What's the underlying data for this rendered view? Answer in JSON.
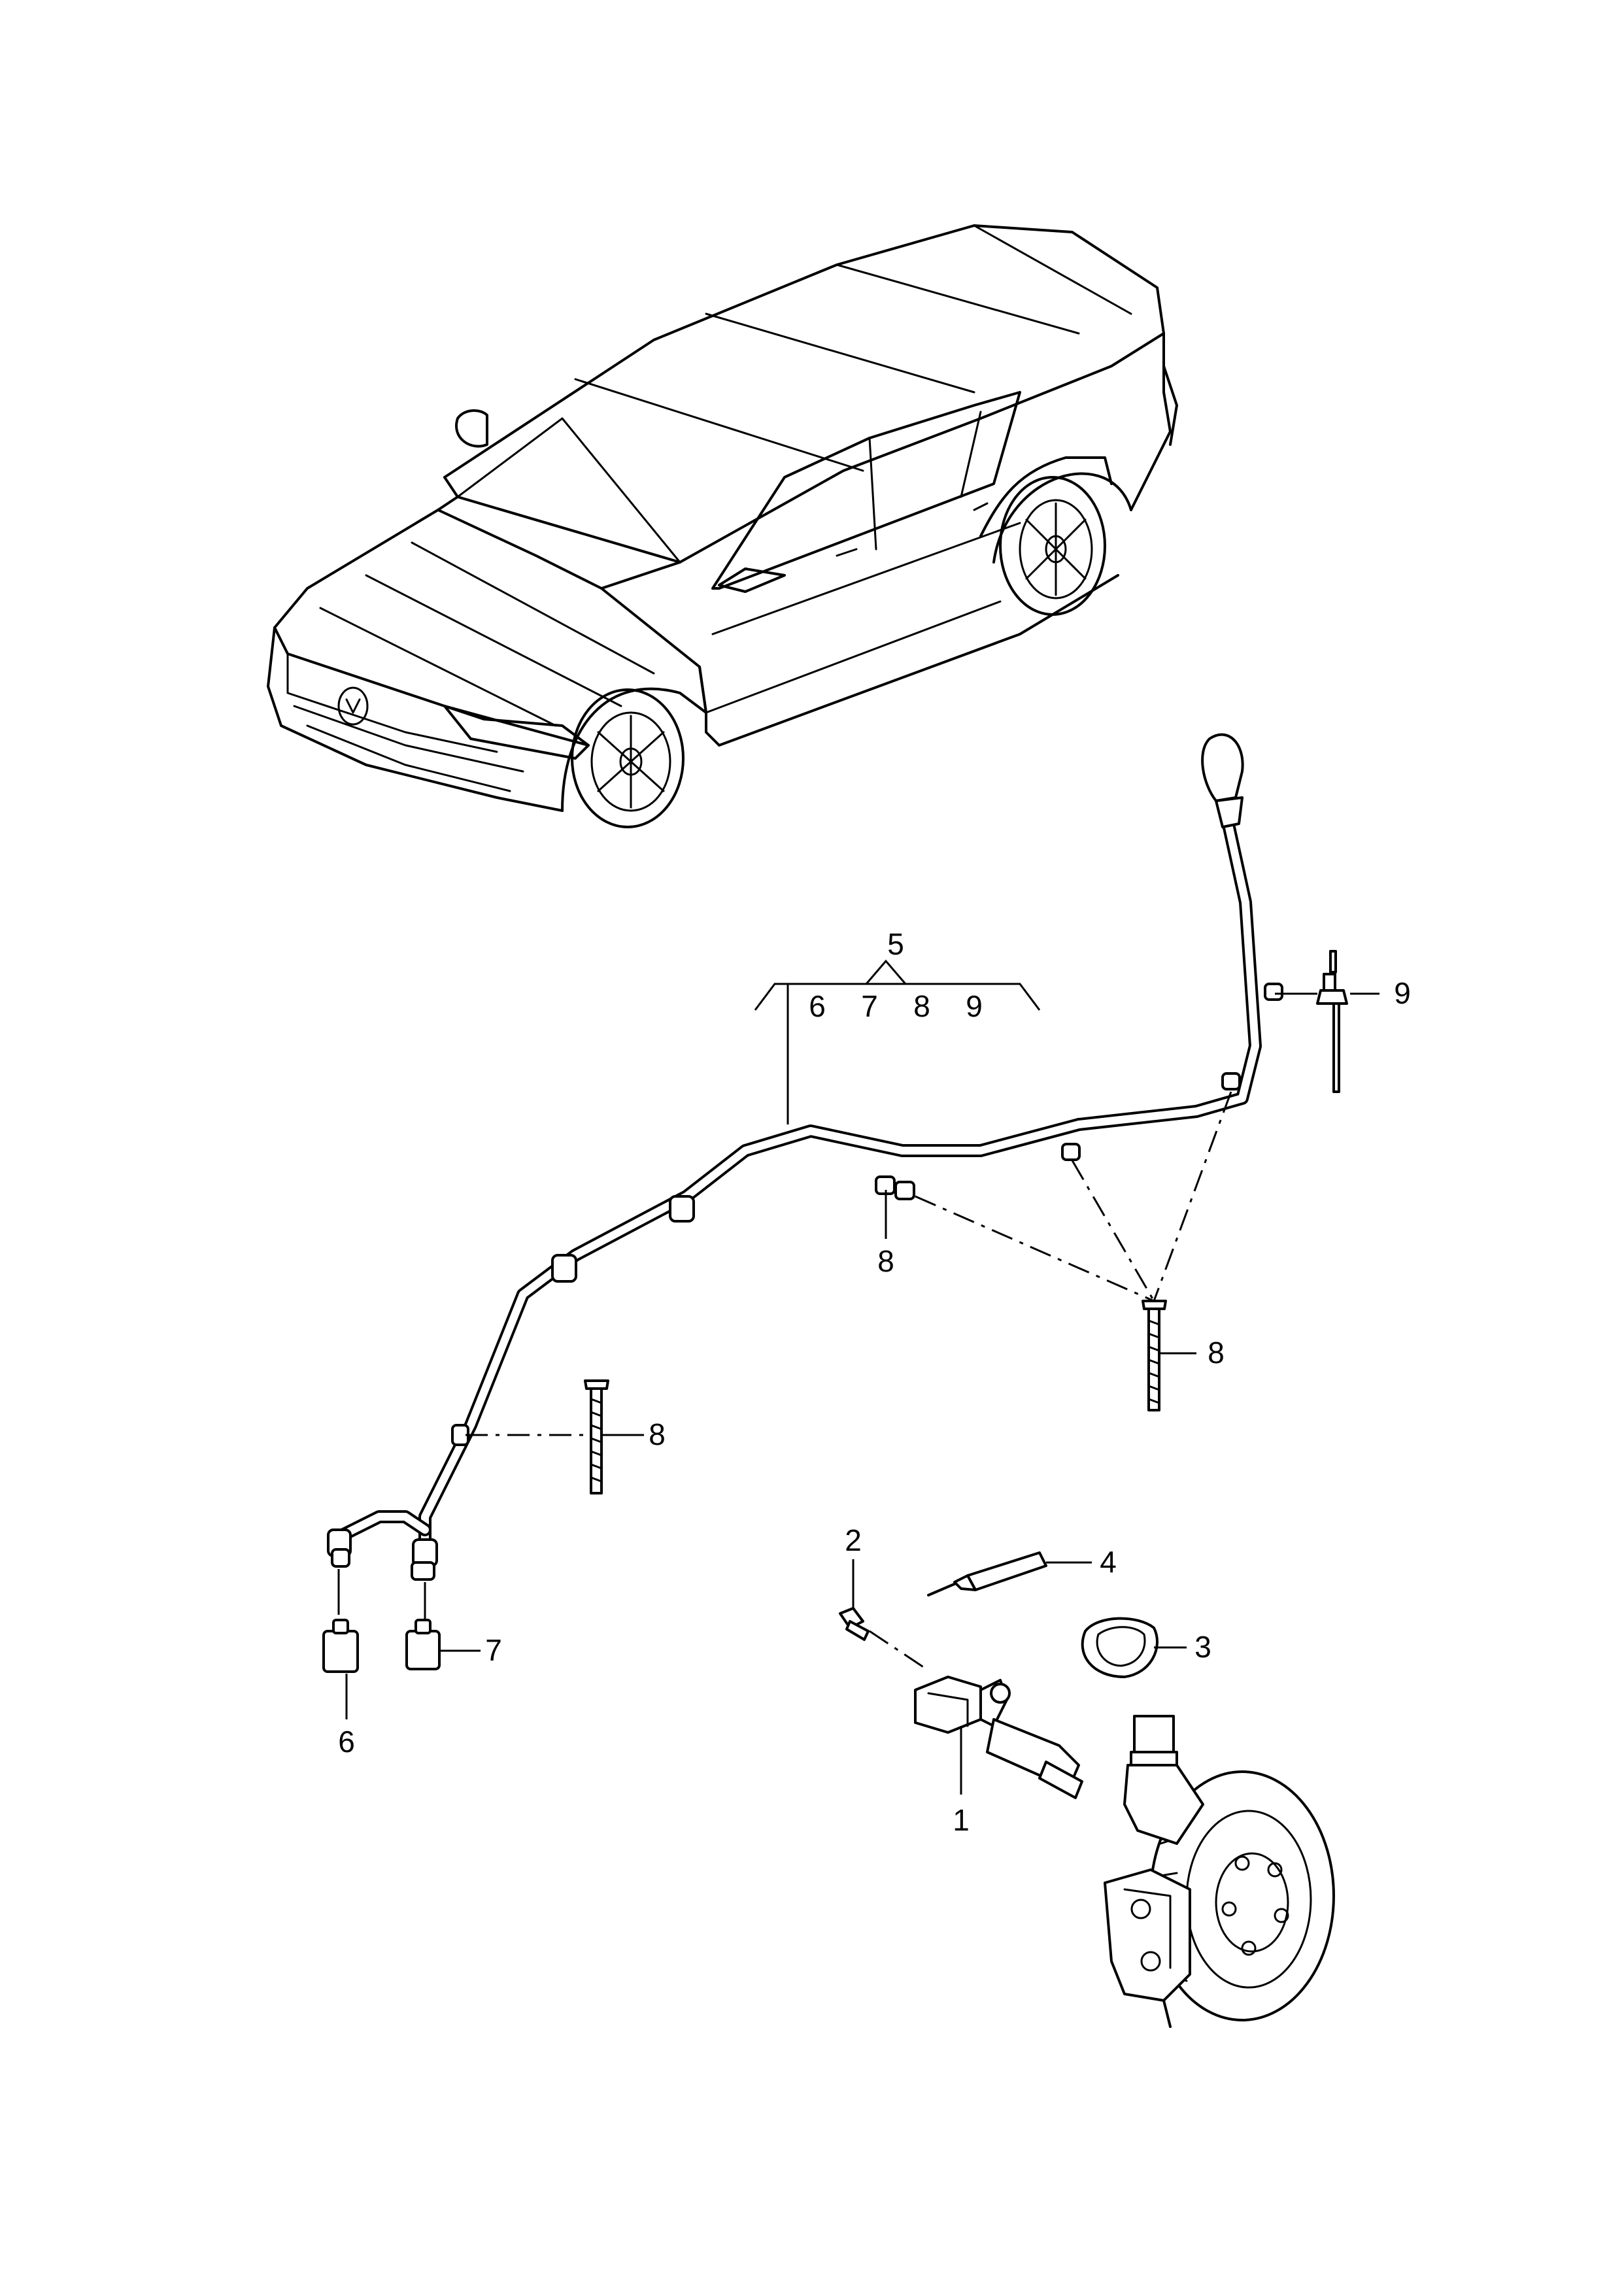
{
  "callouts": {
    "c1": "1",
    "c2": "2",
    "c3": "3",
    "c4": "4",
    "c5": "5",
    "c6_group": "6",
    "c7_group": "7",
    "c8_group": "8",
    "c9_group": "9",
    "c6": "6",
    "c7": "7",
    "c8_a": "8",
    "c8_b": "8",
    "c8_c": "8",
    "c9": "9"
  },
  "icons": {
    "vehicle": "car-icon",
    "harness": "wiring-harness-icon",
    "sensor": "wheel-speed-sensor-icon",
    "brake": "brake-disc-icon"
  }
}
